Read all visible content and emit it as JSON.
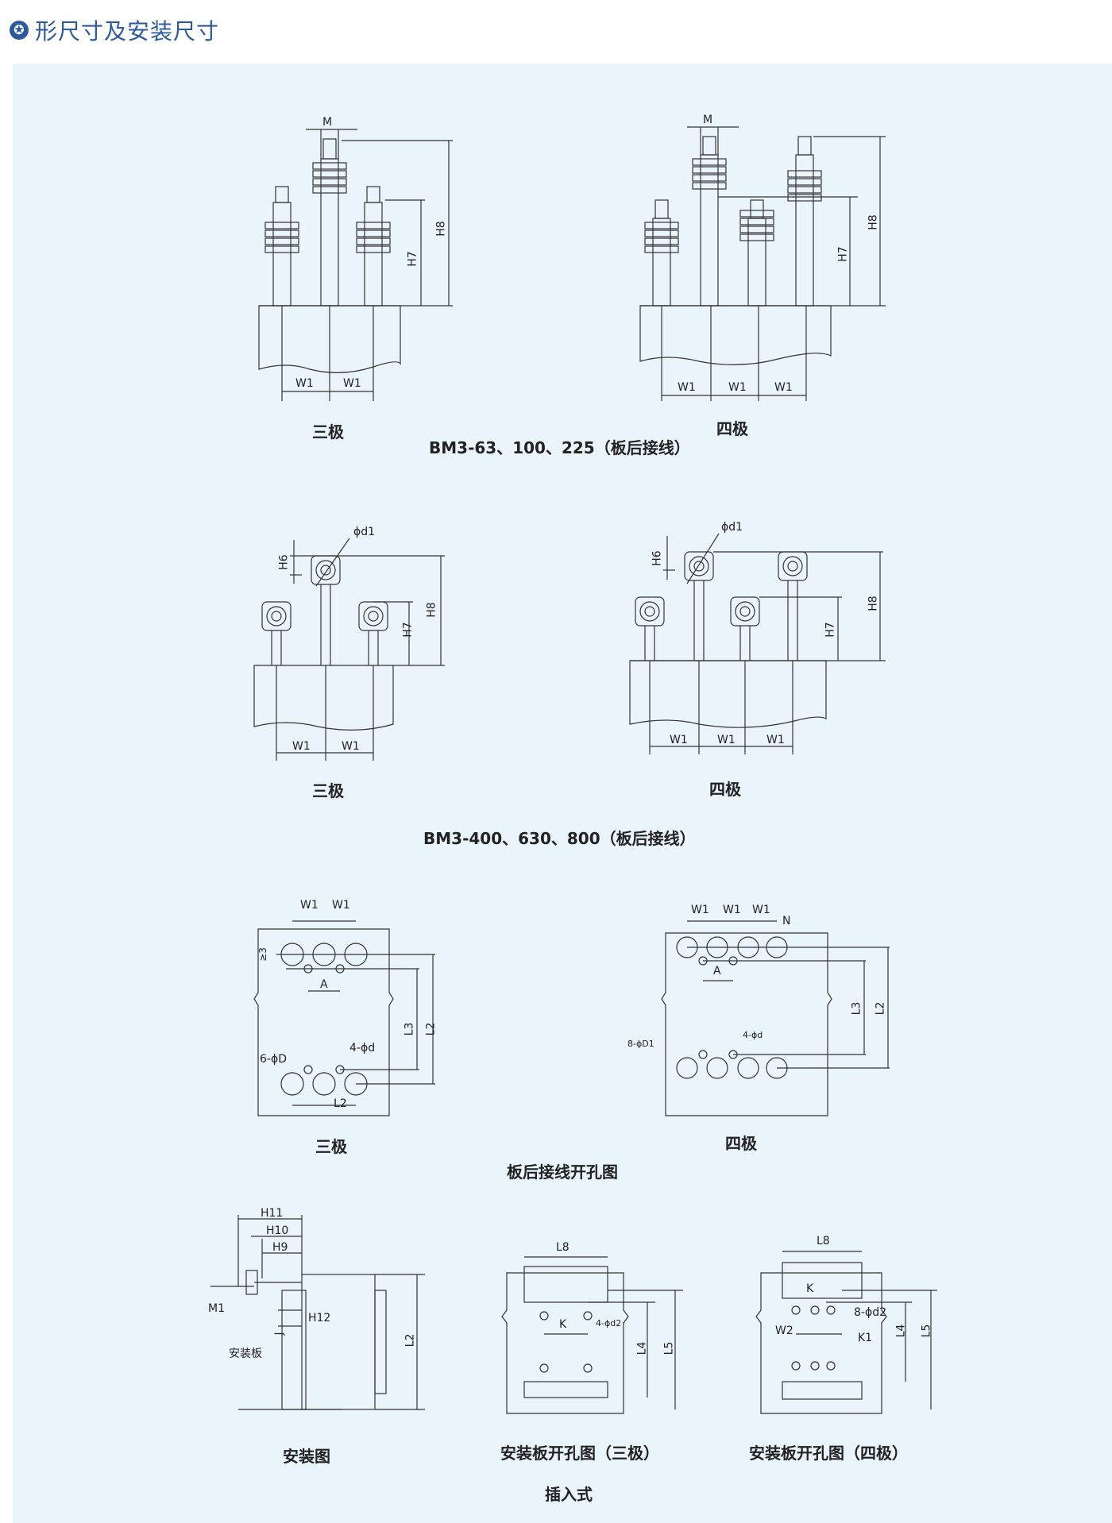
{
  "header": {
    "icon": "star-badge-icon",
    "title": "形尺寸及安装尺寸"
  },
  "dims": {
    "M": "M",
    "H8": "H8",
    "H7": "H7",
    "H6": "H6",
    "W1": "W1",
    "W2": "W2",
    "phi_d1": "ϕd1",
    "A": "A",
    "L2": "L2",
    "L3": "L3",
    "L4": "L4",
    "L5": "L5",
    "L8": "L8",
    "K": "K",
    "K1": "K1",
    "N": "N",
    "ge3": "≥3",
    "six_phi_D": "6-ϕD",
    "four_phi_d": "4-ϕd",
    "eight_phi_D1": "8-ϕD1",
    "four_phi_d2": "4-ϕd2",
    "eight_phi_d2": "8-ϕd2",
    "H9": "H9",
    "H10": "H10",
    "H11": "H11",
    "H12": "H12",
    "M1": "M1",
    "J": "J",
    "mounting_plate": "安装板"
  },
  "sections": {
    "s1": {
      "left_label": "三极",
      "right_label": "四极",
      "caption": "BM3-63、100、225（板后接线）"
    },
    "s2": {
      "left_label": "三极",
      "right_label": "四极",
      "caption": "BM3-400、630、800（板后接线）"
    },
    "s3": {
      "left_label": "三极",
      "right_label": "四极",
      "caption": "板后接线开孔图"
    },
    "s4": {
      "install": "安装图",
      "plate3": "安装板开孔图（三极）",
      "plate4": "安装板开孔图（四极）",
      "caption": "插入式"
    }
  }
}
